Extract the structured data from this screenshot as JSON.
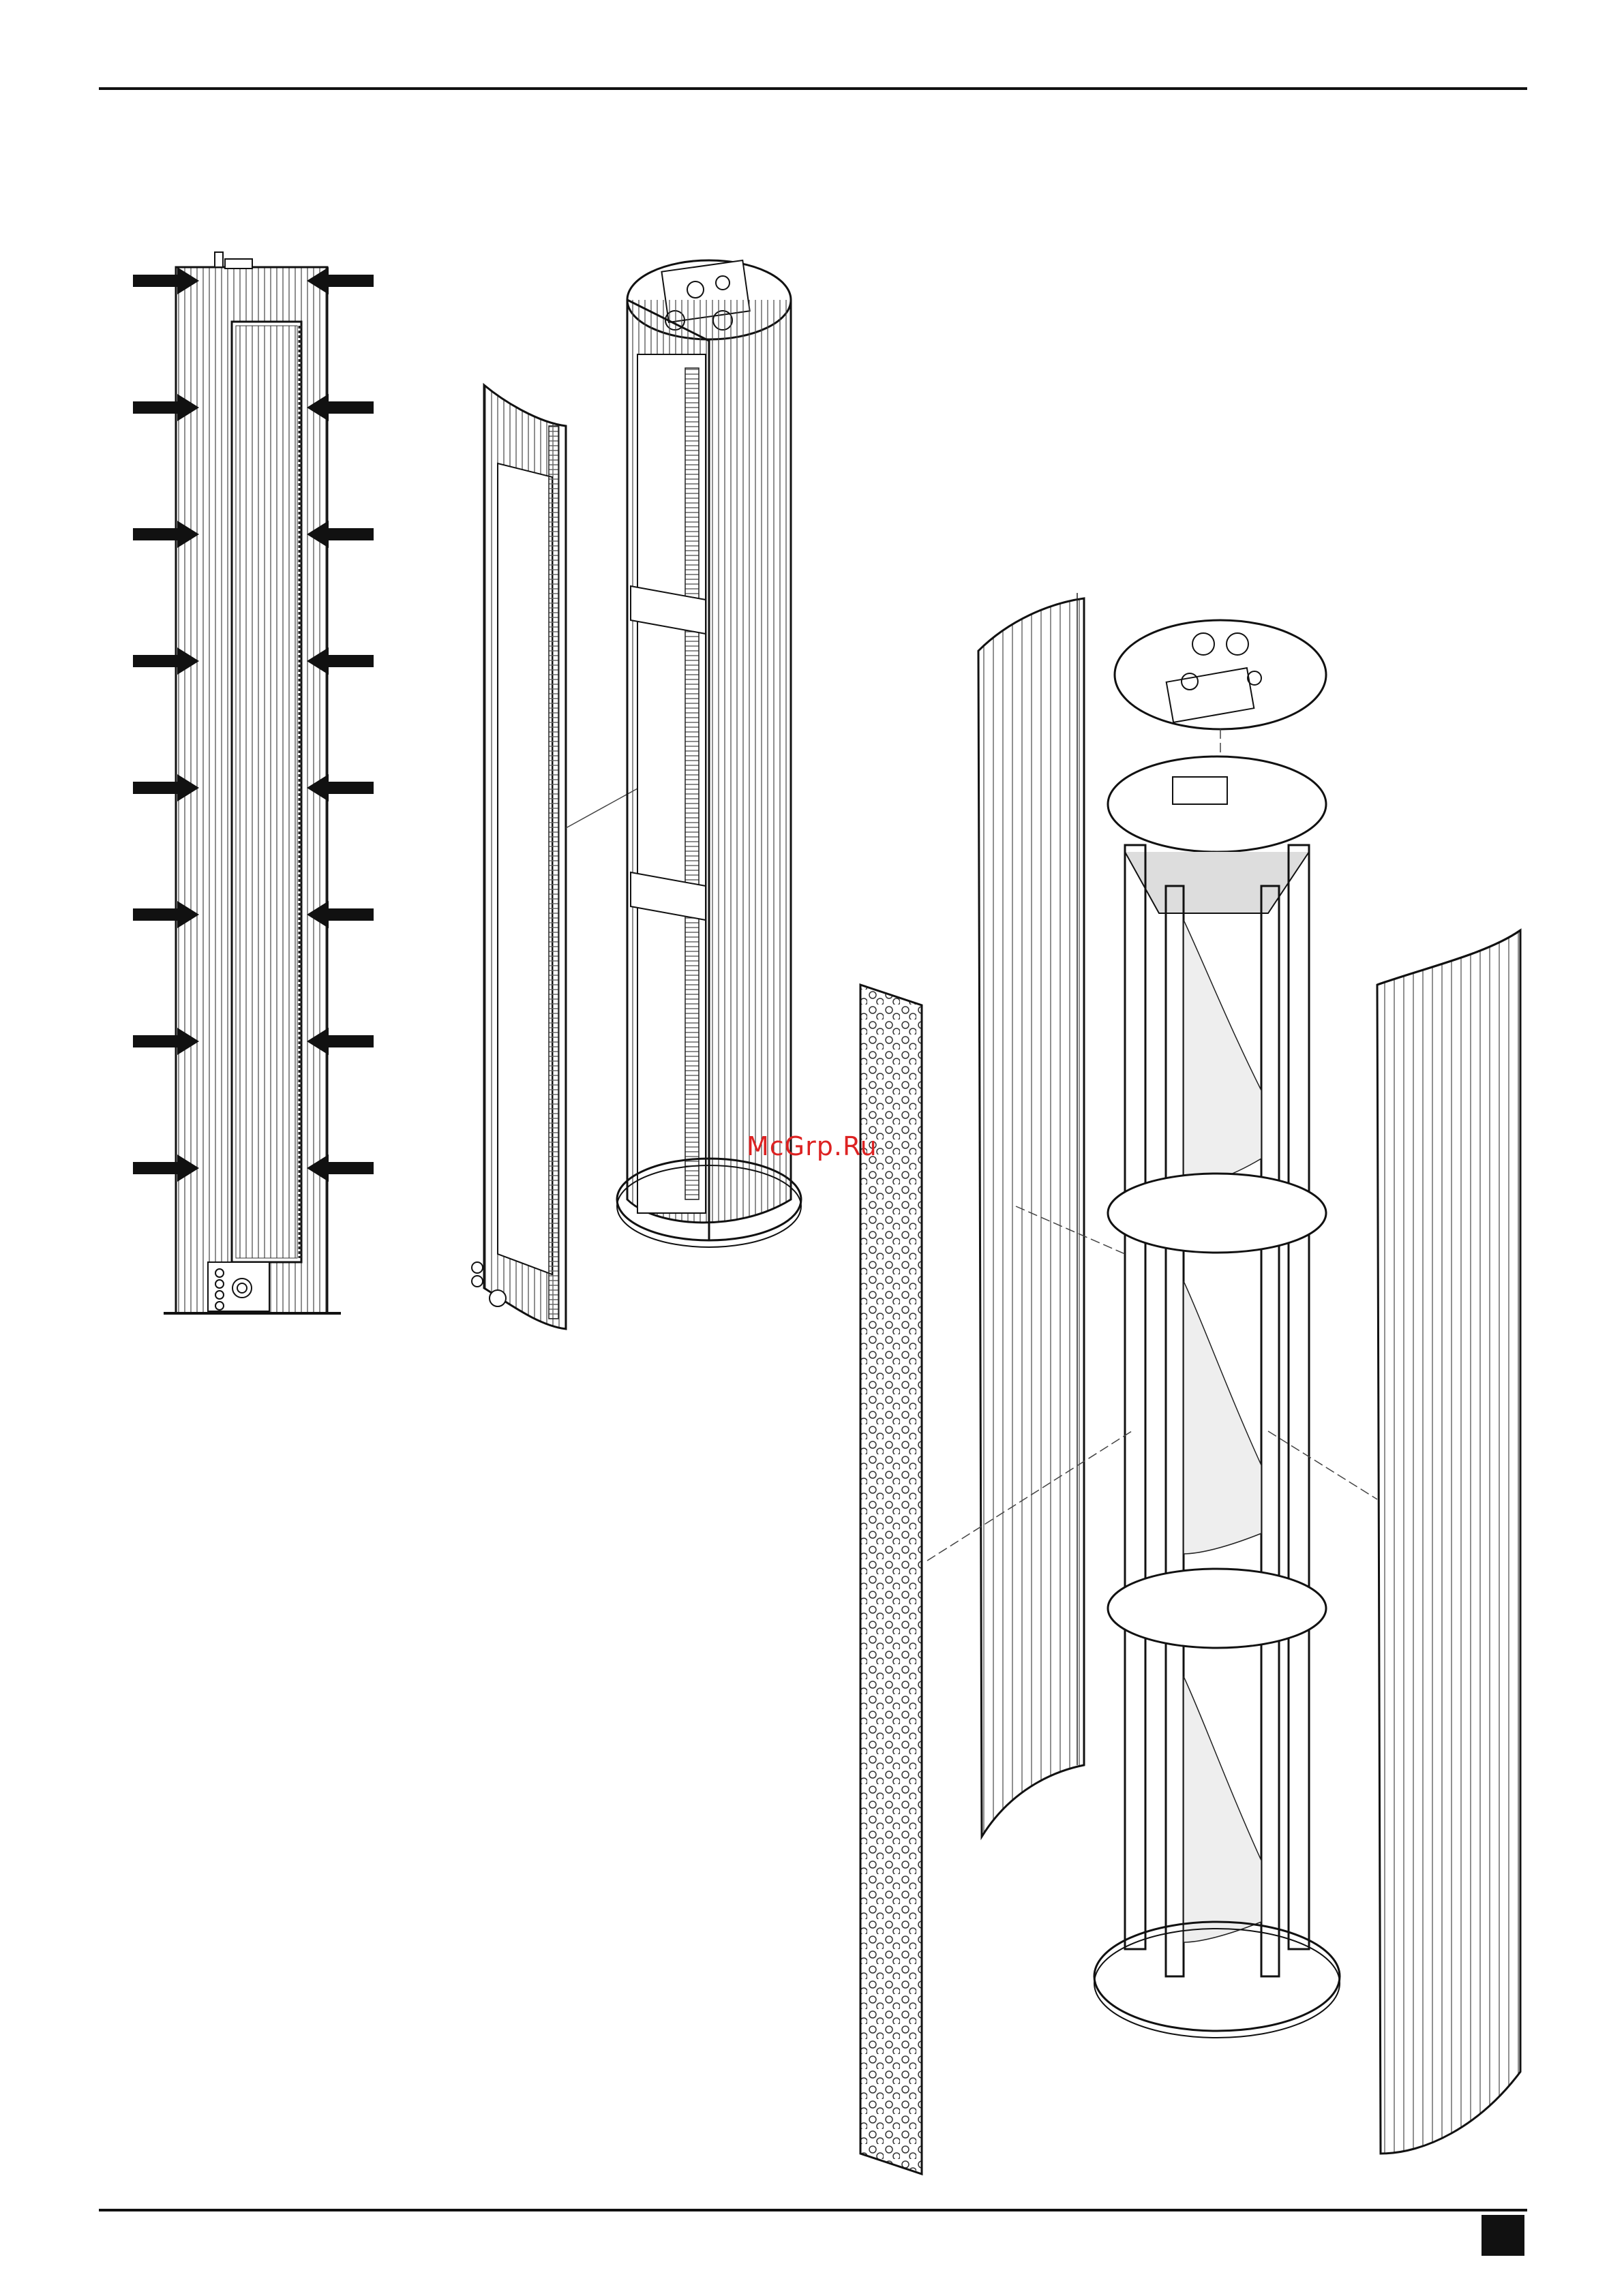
{
  "page": {
    "watermark": "McGrp.Ru",
    "page_number": ""
  },
  "figure": {
    "arrow_rows": 8,
    "assemblies": [
      "front-view",
      "front-panel-exploded",
      "unit-rear-view",
      "panel-left",
      "top-cover",
      "frame-assembly",
      "perforated-grille",
      "panel-right"
    ]
  },
  "colors": {
    "ink": "#111111",
    "watermark": "#dd2222",
    "paper": "#ffffff"
  }
}
